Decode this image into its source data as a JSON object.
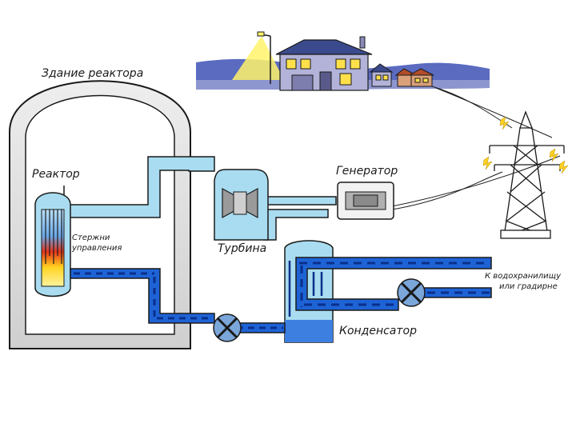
{
  "labels": {
    "reactor_building": "Здание реактора",
    "reactor": "Реактор",
    "control_rods_line1": "Стержни",
    "control_rods_line2": "управления",
    "generator": "Генератор",
    "turbine": "Турбина",
    "condenser": "Конденсатор",
    "reservoir_line1": "К водохранилищу",
    "reservoir_line2": "или градирне"
  },
  "colors": {
    "outline": "#1a1a1a",
    "steam_fill": "#a9dcf0",
    "water_fill": "#1e63d6",
    "water_dash": "#0a2f8a",
    "light_pipe": "#9fd6ee",
    "night_sky": "#5a6bc0",
    "lamp_glow": "#fff36a",
    "hot_core": "#e63319",
    "warm_core": "#ffd21f"
  }
}
